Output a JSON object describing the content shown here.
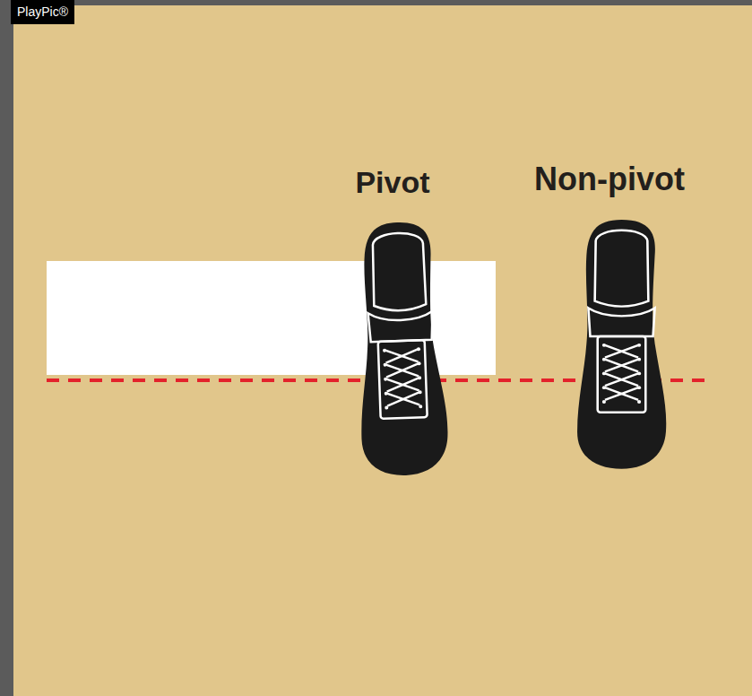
{
  "diagram": {
    "nodes": [
      {
        "text": [
          "PlayPic®"
        ]
      }
    ],
    "labels": [
      "Pivot",
      "Non-pivot"
    ]
  }
}
